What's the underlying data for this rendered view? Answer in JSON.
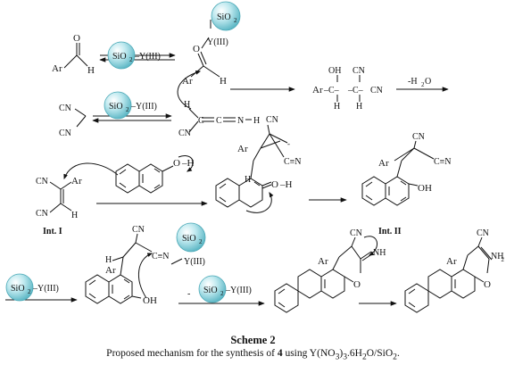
{
  "labels": {
    "sio2": "SiO",
    "sio2_sub": "2",
    "support_suffix": "–Y(III)",
    "y3": "Y(III)",
    "ar": "Ar",
    "o": "O",
    "h": "H",
    "n": "N",
    "cn": "CN",
    "oh": "OH",
    "nh": "NH",
    "nh2": "NH",
    "nh2_sub": "2",
    "int1": "Int. I",
    "int2": "Int. II",
    "minus": "-",
    "water_loss": "-H",
    "water_loss_sub": "2",
    "water_o": "O"
  },
  "caption": {
    "title": "Scheme 2",
    "text_prefix": "Proposed mechanism for the synthesis of ",
    "compound": "4",
    "text_mid": " using Y(NO",
    "sub1": "3",
    "text_mid2": ")",
    "sub2": "3",
    "text_mid3": ".6H",
    "sub3": "2",
    "text_mid4": "O/SiO",
    "sub4": "2",
    "text_end": "."
  },
  "colors": {
    "sphere_light": "#d6f3f6",
    "sphere_dark": "#6fc6d2",
    "line": "#111111"
  }
}
